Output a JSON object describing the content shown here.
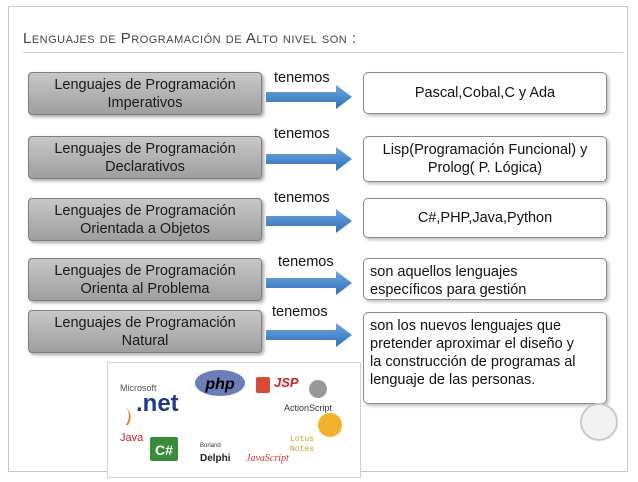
{
  "title": "Lenguajes de Programación de Alto nivel son :",
  "connector_label": "tenemos",
  "rows": [
    {
      "category": [
        "Lenguajes de Programación",
        "Imperativos"
      ],
      "connector": "tenemos",
      "result": [
        "Pascal,Cobal,C y Ada"
      ]
    },
    {
      "category": [
        "Lenguajes de Programación",
        "Declarativos"
      ],
      "connector": "tenemos",
      "result": [
        "Lisp(Programación Funcional) y",
        "Prolog( P. Lógica)"
      ]
    },
    {
      "category": [
        "Lenguajes de Programación",
        "Orientada a Objetos"
      ],
      "connector": "tenemos",
      "result": [
        "C#,PHP,Java,Python"
      ]
    },
    {
      "category": [
        "Lenguajes de Programación",
        "Orienta al Problema"
      ],
      "connector": "tenemos",
      "result": [
        "son aquellos lenguajes",
        "específicos para gestión"
      ]
    },
    {
      "category": [
        "Lenguajes de Programación",
        "Natural"
      ],
      "connector": "tenemos",
      "result": [
        "son los nuevos lenguajes que",
        "pretender aproximar el diseño y",
        "la construcción de programas al",
        "lenguaje de las personas."
      ]
    }
  ],
  "logos": {
    "microsoft": "Microsoft",
    "dotnet": ".net",
    "php": "php",
    "jsp": "JSP",
    "java": "Java",
    "actionscript": "ActionScript",
    "csharp": "C#",
    "borland": "Borland",
    "delphi": "Delphi",
    "javascript": "JavaScript",
    "lotus": "Lotus",
    "notes": "Notes"
  },
  "colors": {
    "box_top": "#c8c8c8",
    "box_bottom": "#9f9f9f",
    "arrow_top": "#6fa6de",
    "arrow_bottom": "#2f6fb8"
  }
}
